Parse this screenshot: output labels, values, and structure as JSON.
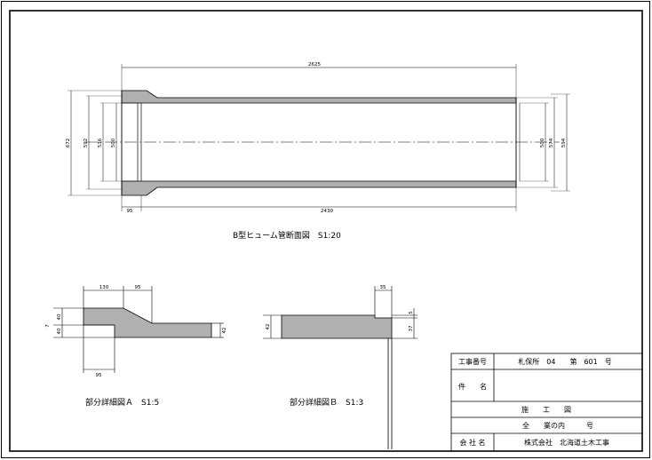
{
  "main_view": {
    "caption": "B型ヒューム管断面図　S1:20",
    "dims": {
      "overall": "2625",
      "body": "2430",
      "socket": "95",
      "d_672": "672",
      "d_592": "592",
      "d_536": "536",
      "d_500": "500",
      "d_500r": "500",
      "d_574": "574",
      "d_594": "594"
    }
  },
  "detail_a": {
    "caption": "部分詳細図Ａ　S1:5",
    "dims": {
      "t130": "130",
      "t95": "95",
      "b95": "95",
      "v7": "7",
      "v40": "40",
      "v40b": "40",
      "r42": "42"
    }
  },
  "detail_b": {
    "caption": "部分詳細図Ｂ　S1:3",
    "dims": {
      "t35": "35",
      "v5": "5",
      "v37": "37",
      "l42": "42"
    }
  },
  "title_block": {
    "row1_label": "工事番号",
    "row1_value": "札保所　04　　第　601　号",
    "row2_label": "件　　名",
    "row2_value": "",
    "row3_value": "施　　工　　図",
    "row4_value": "全　　業の内　　　号",
    "row5_label": "会 社 名",
    "row5_value": "株式会社　北海道土木工事"
  }
}
